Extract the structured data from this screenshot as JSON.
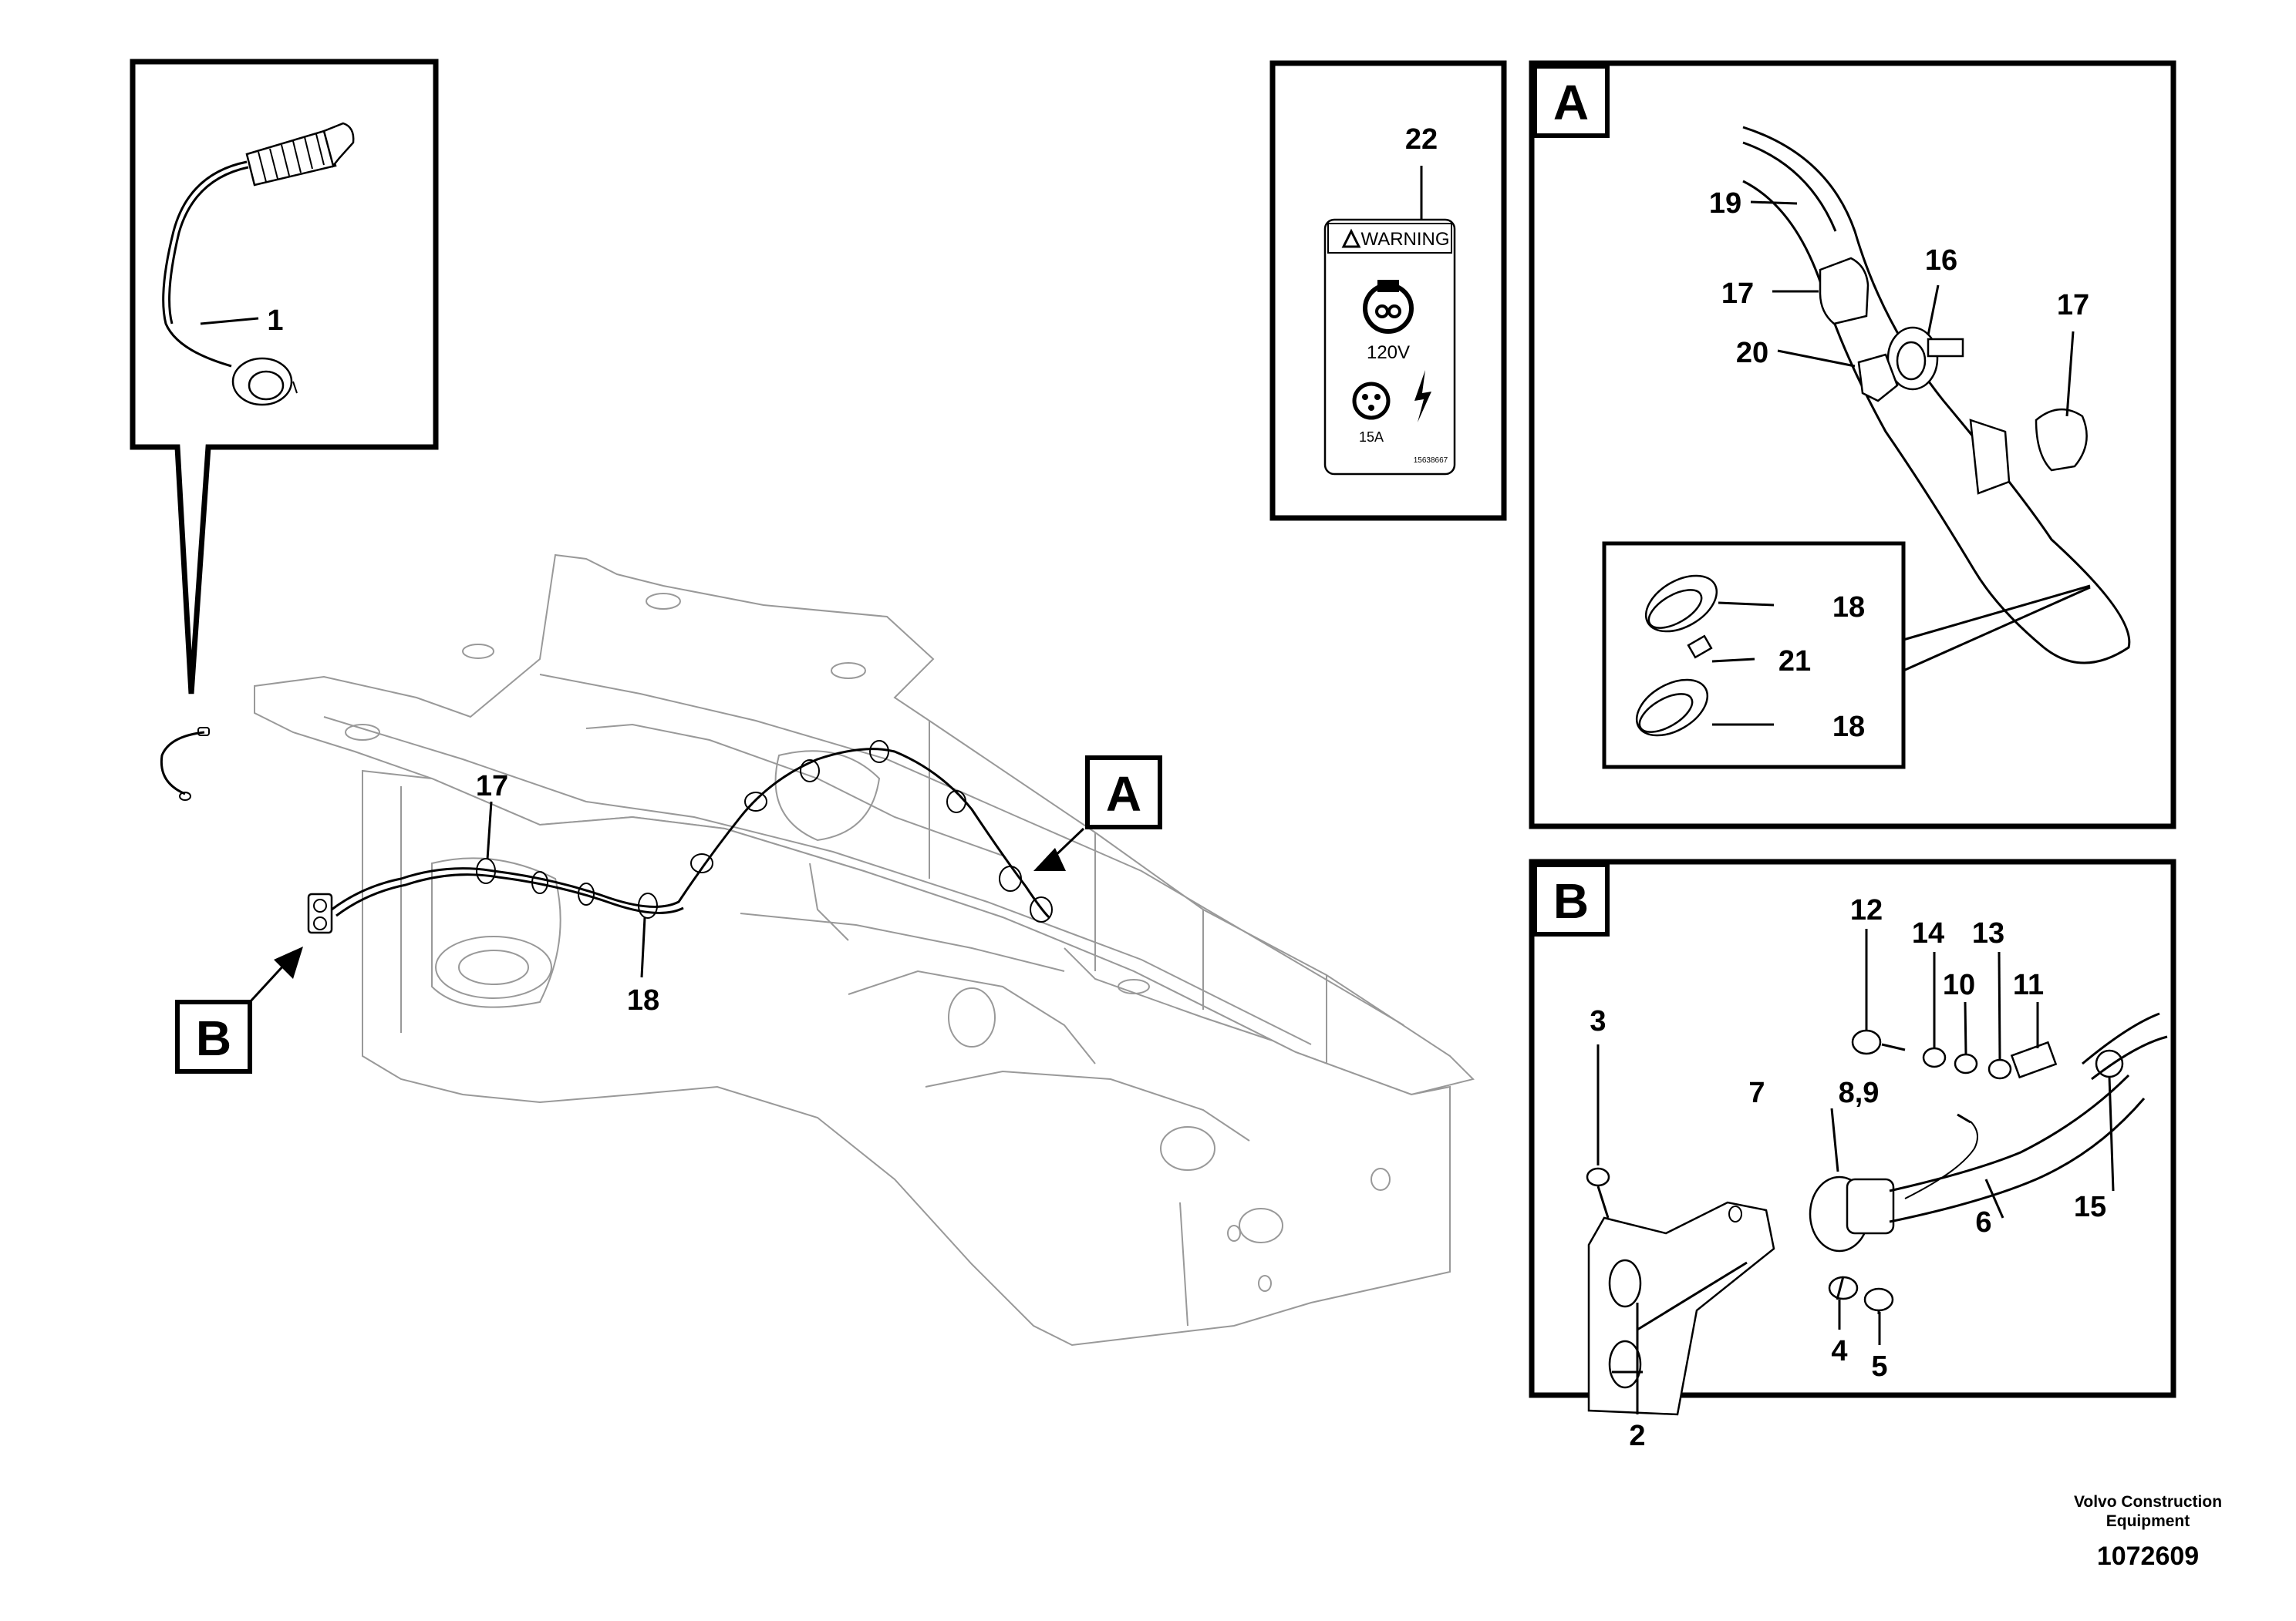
{
  "labels": {
    "p1": "1",
    "p2": "2",
    "p3": "3",
    "p4": "4",
    "p5": "5",
    "p6": "6",
    "p7": "7",
    "p8_9": "8,9",
    "p10": "10",
    "p11": "11",
    "p12": "12",
    "p13": "13",
    "p14": "14",
    "p15": "15",
    "p16": "16",
    "p17": "17",
    "p18": "18",
    "p19": "19",
    "p20": "20",
    "p21": "21",
    "p22": "22"
  },
  "callouts": {
    "view_a": "A",
    "view_b": "B"
  },
  "warning_label": {
    "header": "WARNING",
    "voltage": "120V",
    "amperage": "15A",
    "code": "15638667"
  },
  "footer": {
    "company_line1": "Volvo Construction",
    "company_line2": "Equipment",
    "document_number": "1072609"
  }
}
